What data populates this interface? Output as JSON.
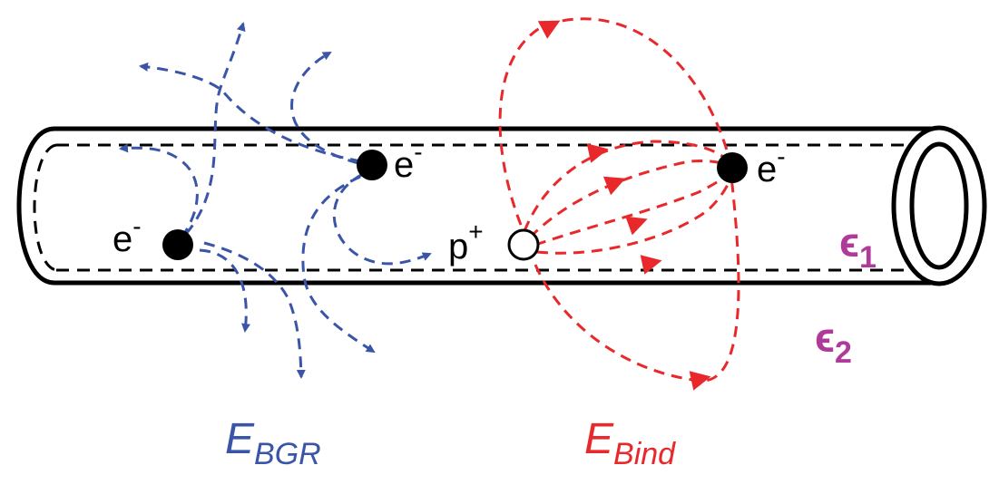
{
  "diagram": {
    "labels": {
      "electron_left": {
        "base": "e",
        "sup": "-"
      },
      "electron_mid": {
        "base": "e",
        "sup": "-"
      },
      "electron_right": {
        "base": "e",
        "sup": "-"
      },
      "proton": {
        "base": "p",
        "sup": "+"
      },
      "epsilon1": {
        "base": "ϵ",
        "sub": "1"
      },
      "epsilon2": {
        "base": "ϵ",
        "sub": "2"
      },
      "energy_bgr": {
        "base": "E",
        "sub": "BGR"
      },
      "energy_bind": {
        "base": "E",
        "sub": "Bind"
      }
    },
    "colors": {
      "tube": "#000000",
      "bgr_field": "#3a55a8",
      "bind_field": "#e8282a",
      "dielectric": "#b03a9a"
    }
  }
}
